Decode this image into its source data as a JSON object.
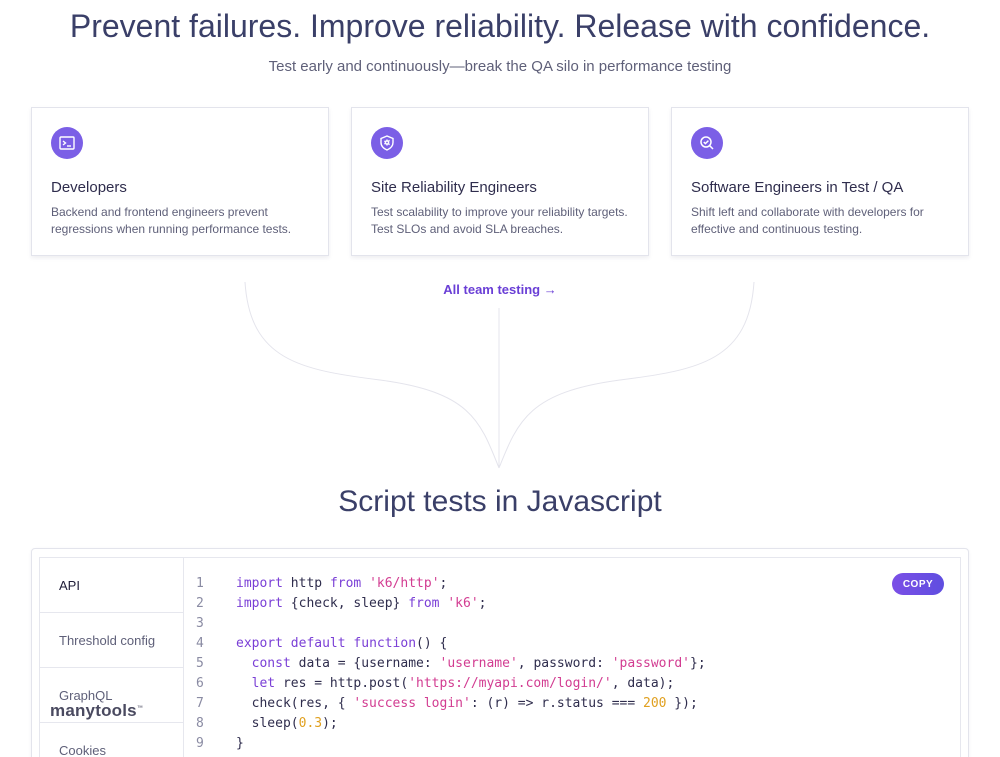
{
  "hero": {
    "title": "Prevent failures. Improve reliability. Release with confidence.",
    "subtitle": "Test early and continuously—break the QA silo in performance testing"
  },
  "cards": [
    {
      "icon": "terminal-icon",
      "title": "Developers",
      "text": "Backend and frontend engineers prevent regressions when running performance tests."
    },
    {
      "icon": "shield-icon",
      "title": "Site Reliability Engineers",
      "text": "Test scalability to improve your reliability targets. Test SLOs and avoid SLA breaches."
    },
    {
      "icon": "magnifier-check-icon",
      "title": "Software Engineers in Test / QA",
      "text": "Shift left and collaborate with developers for effective and continuous testing."
    }
  ],
  "all_team_link": "All team testing →",
  "section_title": "Script tests in Javascript",
  "tabs": [
    "API",
    "Threshold config",
    "GraphQL",
    "Cookies"
  ],
  "active_tab": "API",
  "watermark": {
    "text": "manytools",
    "mark": "™"
  },
  "copy_label": "COPY",
  "code_lines": [
    {
      "n": "1",
      "parts": [
        [
          "kw",
          "import"
        ],
        [
          "t",
          " http "
        ],
        [
          "kw",
          "from"
        ],
        [
          "t",
          " "
        ],
        [
          "str",
          "'k6/http'"
        ],
        [
          "t",
          ";"
        ]
      ]
    },
    {
      "n": "2",
      "parts": [
        [
          "kw",
          "import"
        ],
        [
          "t",
          " {check, sleep} "
        ],
        [
          "kw",
          "from"
        ],
        [
          "t",
          " "
        ],
        [
          "str",
          "'k6'"
        ],
        [
          "t",
          ";"
        ]
      ]
    },
    {
      "n": "3",
      "parts": []
    },
    {
      "n": "4",
      "parts": [
        [
          "kw",
          "export"
        ],
        [
          "t",
          " "
        ],
        [
          "kw",
          "default"
        ],
        [
          "t",
          " "
        ],
        [
          "kw",
          "function"
        ],
        [
          "t",
          "() {"
        ]
      ]
    },
    {
      "n": "5",
      "parts": [
        [
          "t",
          "  "
        ],
        [
          "kw",
          "const"
        ],
        [
          "t",
          " data = {username: "
        ],
        [
          "str",
          "'username'"
        ],
        [
          "t",
          ", password: "
        ],
        [
          "str",
          "'password'"
        ],
        [
          "t",
          "};"
        ]
      ]
    },
    {
      "n": "6",
      "parts": [
        [
          "t",
          "  "
        ],
        [
          "kw",
          "let"
        ],
        [
          "t",
          " res = http.post("
        ],
        [
          "str",
          "'https://myapi.com/login/'"
        ],
        [
          "t",
          ", data);"
        ]
      ]
    },
    {
      "n": "7",
      "parts": [
        [
          "t",
          "  check(res, { "
        ],
        [
          "str",
          "'success login'"
        ],
        [
          "t",
          ": (r) => r.status === "
        ],
        [
          "num",
          "200"
        ],
        [
          "t",
          " });"
        ]
      ]
    },
    {
      "n": "8",
      "parts": [
        [
          "t",
          "  sleep("
        ],
        [
          "num",
          "0.3"
        ],
        [
          "t",
          ");"
        ]
      ]
    },
    {
      "n": "9",
      "parts": [
        [
          "t",
          "}"
        ]
      ]
    }
  ],
  "colors": {
    "accent": "#7b5fe6",
    "link": "#6a3fd6",
    "keyword": "#7a3fd6",
    "string": "#d23c91",
    "number": "#e0a020"
  }
}
